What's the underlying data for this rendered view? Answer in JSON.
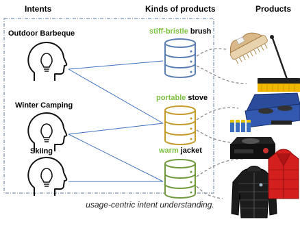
{
  "headers": {
    "intents": "Intents",
    "kinds": "Kinds of products",
    "products": "Products"
  },
  "intents": [
    {
      "label": "Outdoor Barbeque"
    },
    {
      "label": "Winter Camping"
    },
    {
      "label": "Skiing"
    }
  ],
  "kinds": [
    {
      "modifier": "stiff-bristle",
      "noun": "brush",
      "color": "#5b7fb5"
    },
    {
      "modifier": "portable",
      "noun": "stove",
      "color": "#c49a2a"
    },
    {
      "modifier": "warm",
      "noun": "jacket",
      "color": "#6f9a3d"
    }
  ],
  "colors": {
    "modifier_text": "#7dc142",
    "connector": "#3b6fc2",
    "dashed_box": "#5a7a9a",
    "dashed_link": "#888888"
  },
  "caption": "usage-centric intent understanding."
}
